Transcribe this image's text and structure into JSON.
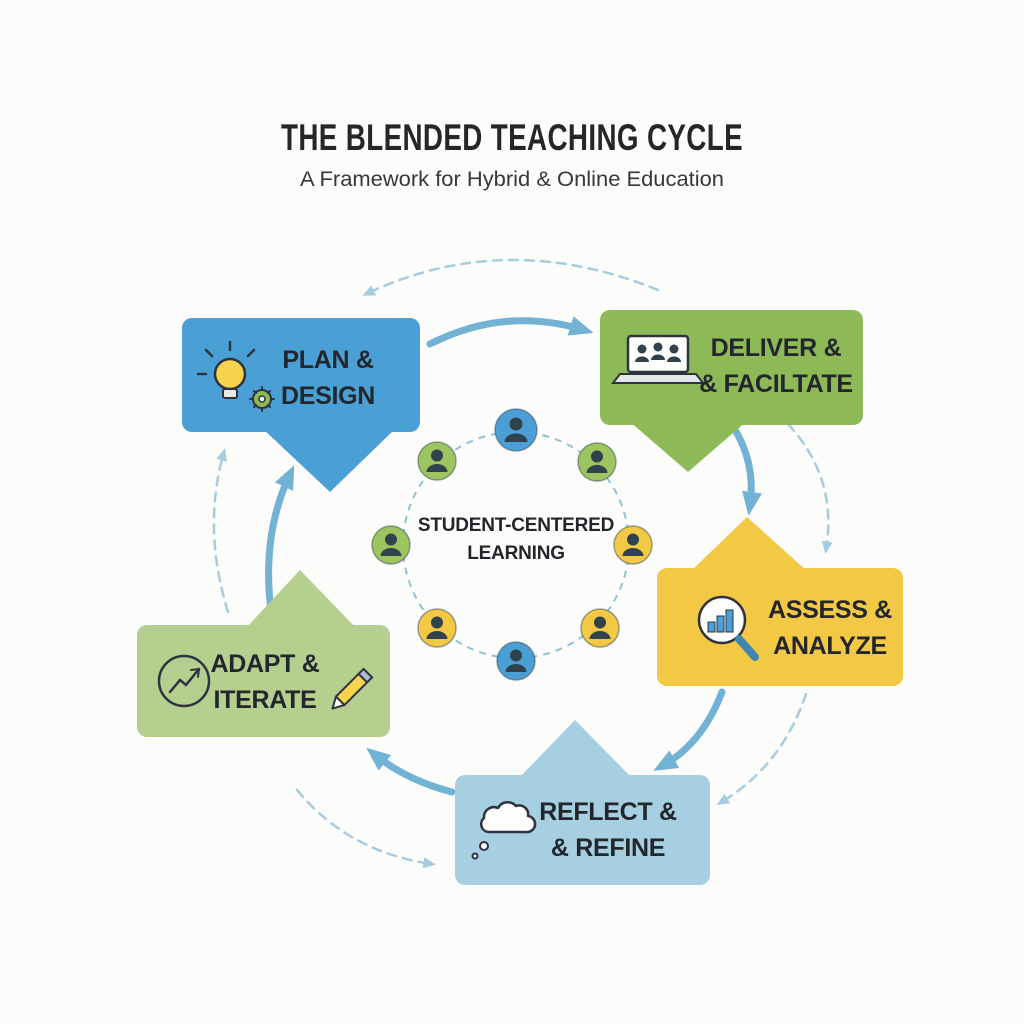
{
  "header": {
    "title": "THE BLENDED TEACHING CYCLE",
    "subtitle": "A Framework for Hybrid & Online Education"
  },
  "center": {
    "line1": "STUDENT-CENTERED",
    "line2": "LEARNING"
  },
  "stages": [
    {
      "name": "plan-design",
      "line1": "PLAN &",
      "line2": "DESIGN",
      "color": "#4a9fd4",
      "icon": "lightbulb-gear-icon"
    },
    {
      "name": "deliver-facilitate",
      "line1": "DELIVER &",
      "line2": "& FACILTATE",
      "color": "#8dba57",
      "icon": "laptop-learners-icon"
    },
    {
      "name": "assess-analyze",
      "line1": "ASSESS &",
      "line2": "ANALYZE",
      "color": "#f2c844",
      "icon": "magnifier-chart-icon"
    },
    {
      "name": "reflect-refine",
      "line1": "REFLECT &",
      "line2": "& REFINE",
      "color": "#a6cfe2",
      "icon": "thought-bubble-icon"
    },
    {
      "name": "adapt-iterate",
      "line1": "ADAPT &",
      "line2": "ITERATE",
      "color": "#b5cf8e",
      "icon": "growth-pencil-icon"
    }
  ],
  "avatars": [
    {
      "position": "top",
      "color": "#4a9fd4"
    },
    {
      "position": "upper-left",
      "color": "#9cc45f"
    },
    {
      "position": "upper-right",
      "color": "#9cc45f"
    },
    {
      "position": "left",
      "color": "#9cc45f"
    },
    {
      "position": "right",
      "color": "#f2c844"
    },
    {
      "position": "lower-left",
      "color": "#f2c844"
    },
    {
      "position": "lower-right",
      "color": "#f2c844"
    },
    {
      "position": "bottom",
      "color": "#4a9fd4"
    }
  ],
  "colors": {
    "solid_arrow": "#72b2d4",
    "dashed_arrow": "#a6cddf",
    "text_dark": "#23262c",
    "background": "#fcfcfa"
  }
}
